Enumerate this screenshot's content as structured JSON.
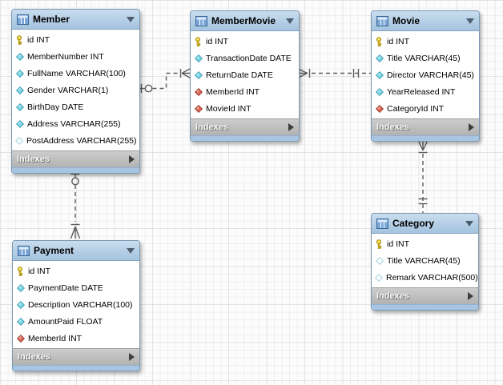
{
  "canvas": {
    "grid_minor_color": "#efefef",
    "grid_major_color": "#e3e3e3",
    "background_color": "#fcfcfc"
  },
  "palette": {
    "table_header_blue": "#a4c3df",
    "table_bottom_strip_blue": "#a8c6e1",
    "indexes_bar_gray": "#b2b2b2",
    "primary_key_yellow": "#f2d93c",
    "column_cyan": "#7fd8e8",
    "foreign_key_red": "#dd6f5c",
    "relationship_line_gray": "#5c5c5c"
  },
  "tables": [
    {
      "id": "member",
      "title": "Member",
      "header_icon": "table-icon",
      "collapse_icon": "collapse-triangle-icon",
      "fields": [
        {
          "icon": "key-icon",
          "label": "id INT"
        },
        {
          "icon": "column-icon",
          "label": "MemberNumber INT"
        },
        {
          "icon": "column-icon",
          "label": "FullName VARCHAR(100)"
        },
        {
          "icon": "column-icon",
          "label": "Gender VARCHAR(1)"
        },
        {
          "icon": "column-icon",
          "label": "BirthDay DATE"
        },
        {
          "icon": "column-icon",
          "label": "Address VARCHAR(255)"
        },
        {
          "icon": "column-nullable-icon",
          "label": "PostAddress VARCHAR(255)"
        }
      ],
      "footer_label": "Indexes",
      "footer_icon": "expand-arrow-icon"
    },
    {
      "id": "membermovie",
      "title": "MemberMovie",
      "header_icon": "table-icon",
      "collapse_icon": "collapse-triangle-icon",
      "fields": [
        {
          "icon": "key-icon",
          "label": "id INT"
        },
        {
          "icon": "column-icon",
          "label": "TransactionDate DATE"
        },
        {
          "icon": "column-icon",
          "label": "ReturnDate DATE"
        },
        {
          "icon": "fk-column-icon",
          "label": "MemberId INT"
        },
        {
          "icon": "fk-column-icon",
          "label": "MovieId INT"
        }
      ],
      "footer_label": "Indexes",
      "footer_icon": "expand-arrow-icon"
    },
    {
      "id": "movie",
      "title": "Movie",
      "header_icon": "table-icon",
      "collapse_icon": "collapse-triangle-icon",
      "fields": [
        {
          "icon": "key-icon",
          "label": "id INT"
        },
        {
          "icon": "column-icon",
          "label": "Title VARCHAR(45)"
        },
        {
          "icon": "column-icon",
          "label": "Director VARCHAR(45)"
        },
        {
          "icon": "column-icon",
          "label": "YearReleased INT"
        },
        {
          "icon": "fk-column-icon",
          "label": "CategoryId INT"
        }
      ],
      "footer_label": "Indexes",
      "footer_icon": "expand-arrow-icon"
    },
    {
      "id": "payment",
      "title": "Payment",
      "header_icon": "table-icon",
      "collapse_icon": "collapse-triangle-icon",
      "fields": [
        {
          "icon": "key-icon",
          "label": "id INT"
        },
        {
          "icon": "column-icon",
          "label": "PaymentDate DATE"
        },
        {
          "icon": "column-icon",
          "label": "Description VARCHAR(100)"
        },
        {
          "icon": "column-icon",
          "label": "AmountPaid FLOAT"
        },
        {
          "icon": "fk-column-icon",
          "label": "MemberId INT"
        }
      ],
      "footer_label": "Indexes",
      "footer_icon": "expand-arrow-icon"
    },
    {
      "id": "category",
      "title": "Category",
      "header_icon": "table-icon",
      "collapse_icon": "collapse-triangle-icon",
      "fields": [
        {
          "icon": "key-icon",
          "label": "id INT"
        },
        {
          "icon": "column-nullable-icon",
          "label": "Title VARCHAR(45)"
        },
        {
          "icon": "column-nullable-icon",
          "label": "Remark VARCHAR(500)"
        }
      ],
      "footer_label": "Indexes",
      "footer_icon": "expand-arrow-icon"
    }
  ],
  "relationships": [
    {
      "one_side": "Member",
      "many_side": "MemberMovie",
      "one_cardinality": "zero-or-one",
      "many_cardinality": "many",
      "line_style": "dashed"
    },
    {
      "one_side": "Movie",
      "many_side": "MemberMovie",
      "one_cardinality": "one",
      "many_cardinality": "many",
      "line_style": "dashed"
    },
    {
      "one_side": "Category",
      "many_side": "Movie",
      "one_cardinality": "one",
      "many_cardinality": "many",
      "line_style": "dashed"
    },
    {
      "one_side": "Member",
      "many_side": "Payment",
      "one_cardinality": "zero-or-one",
      "many_cardinality": "many",
      "line_style": "dashed"
    }
  ]
}
